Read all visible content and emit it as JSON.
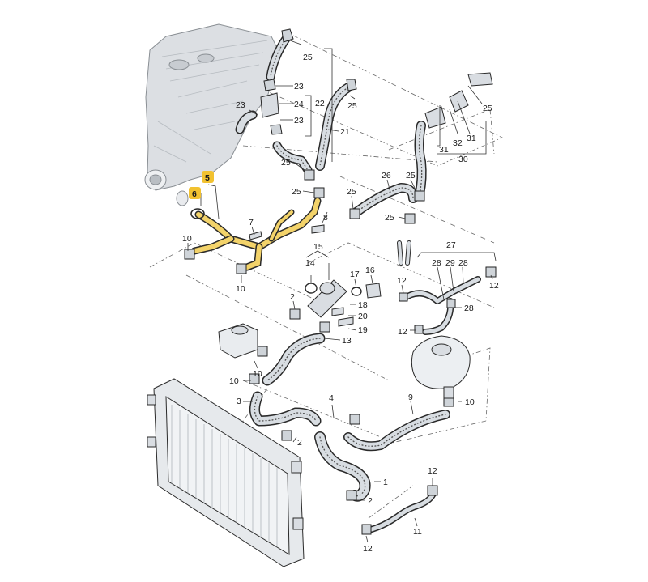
{
  "diagram": {
    "callouts": [
      {
        "id": "c25a",
        "text": "25"
      },
      {
        "id": "c23a",
        "text": "23"
      },
      {
        "id": "c23b",
        "text": "23"
      },
      {
        "id": "c24",
        "text": "24"
      },
      {
        "id": "c22",
        "text": "22"
      },
      {
        "id": "c23c",
        "text": "23"
      },
      {
        "id": "c21",
        "text": "21"
      },
      {
        "id": "c25b",
        "text": "25"
      },
      {
        "id": "c25c",
        "text": "25"
      },
      {
        "id": "c25d",
        "text": "25"
      },
      {
        "id": "c25e",
        "text": "25"
      },
      {
        "id": "c26",
        "text": "26"
      },
      {
        "id": "c25f",
        "text": "25"
      },
      {
        "id": "c25g",
        "text": "25"
      },
      {
        "id": "c31a",
        "text": "31"
      },
      {
        "id": "c31b",
        "text": "31"
      },
      {
        "id": "c32",
        "text": "32"
      },
      {
        "id": "c30",
        "text": "30"
      },
      {
        "id": "c25h",
        "text": "25"
      },
      {
        "id": "c5",
        "text": "5",
        "highlight": true
      },
      {
        "id": "c6",
        "text": "6",
        "highlight": true
      },
      {
        "id": "c7",
        "text": "7"
      },
      {
        "id": "c8",
        "text": "8"
      },
      {
        "id": "c10a",
        "text": "10"
      },
      {
        "id": "c10b",
        "text": "10"
      },
      {
        "id": "c15",
        "text": "15"
      },
      {
        "id": "c14",
        "text": "14"
      },
      {
        "id": "c17",
        "text": "17"
      },
      {
        "id": "c16",
        "text": "16"
      },
      {
        "id": "c18",
        "text": "18"
      },
      {
        "id": "c2a",
        "text": "2"
      },
      {
        "id": "c20",
        "text": "20"
      },
      {
        "id": "c19",
        "text": "19"
      },
      {
        "id": "c13",
        "text": "13"
      },
      {
        "id": "c27",
        "text": "27"
      },
      {
        "id": "c28a",
        "text": "28"
      },
      {
        "id": "c29",
        "text": "29"
      },
      {
        "id": "c28b",
        "text": "28"
      },
      {
        "id": "c12a",
        "text": "12"
      },
      {
        "id": "c12b",
        "text": "12"
      },
      {
        "id": "c28c",
        "text": "28"
      },
      {
        "id": "c12c",
        "text": "12"
      },
      {
        "id": "c10c",
        "text": "10"
      },
      {
        "id": "c10d",
        "text": "10"
      },
      {
        "id": "c3",
        "text": "3"
      },
      {
        "id": "c4",
        "text": "4"
      },
      {
        "id": "c9",
        "text": "9"
      },
      {
        "id": "c10e",
        "text": "10"
      },
      {
        "id": "c2b",
        "text": "2"
      },
      {
        "id": "c1",
        "text": "1"
      },
      {
        "id": "c2c",
        "text": "2"
      },
      {
        "id": "c12d",
        "text": "12"
      },
      {
        "id": "c11",
        "text": "11"
      },
      {
        "id": "c12e",
        "text": "12"
      }
    ],
    "colors": {
      "highlight": "#f2c230",
      "part_highlight": "#f3d36a",
      "line": "#2a2a2a",
      "frame": "#6a6a6a"
    }
  }
}
